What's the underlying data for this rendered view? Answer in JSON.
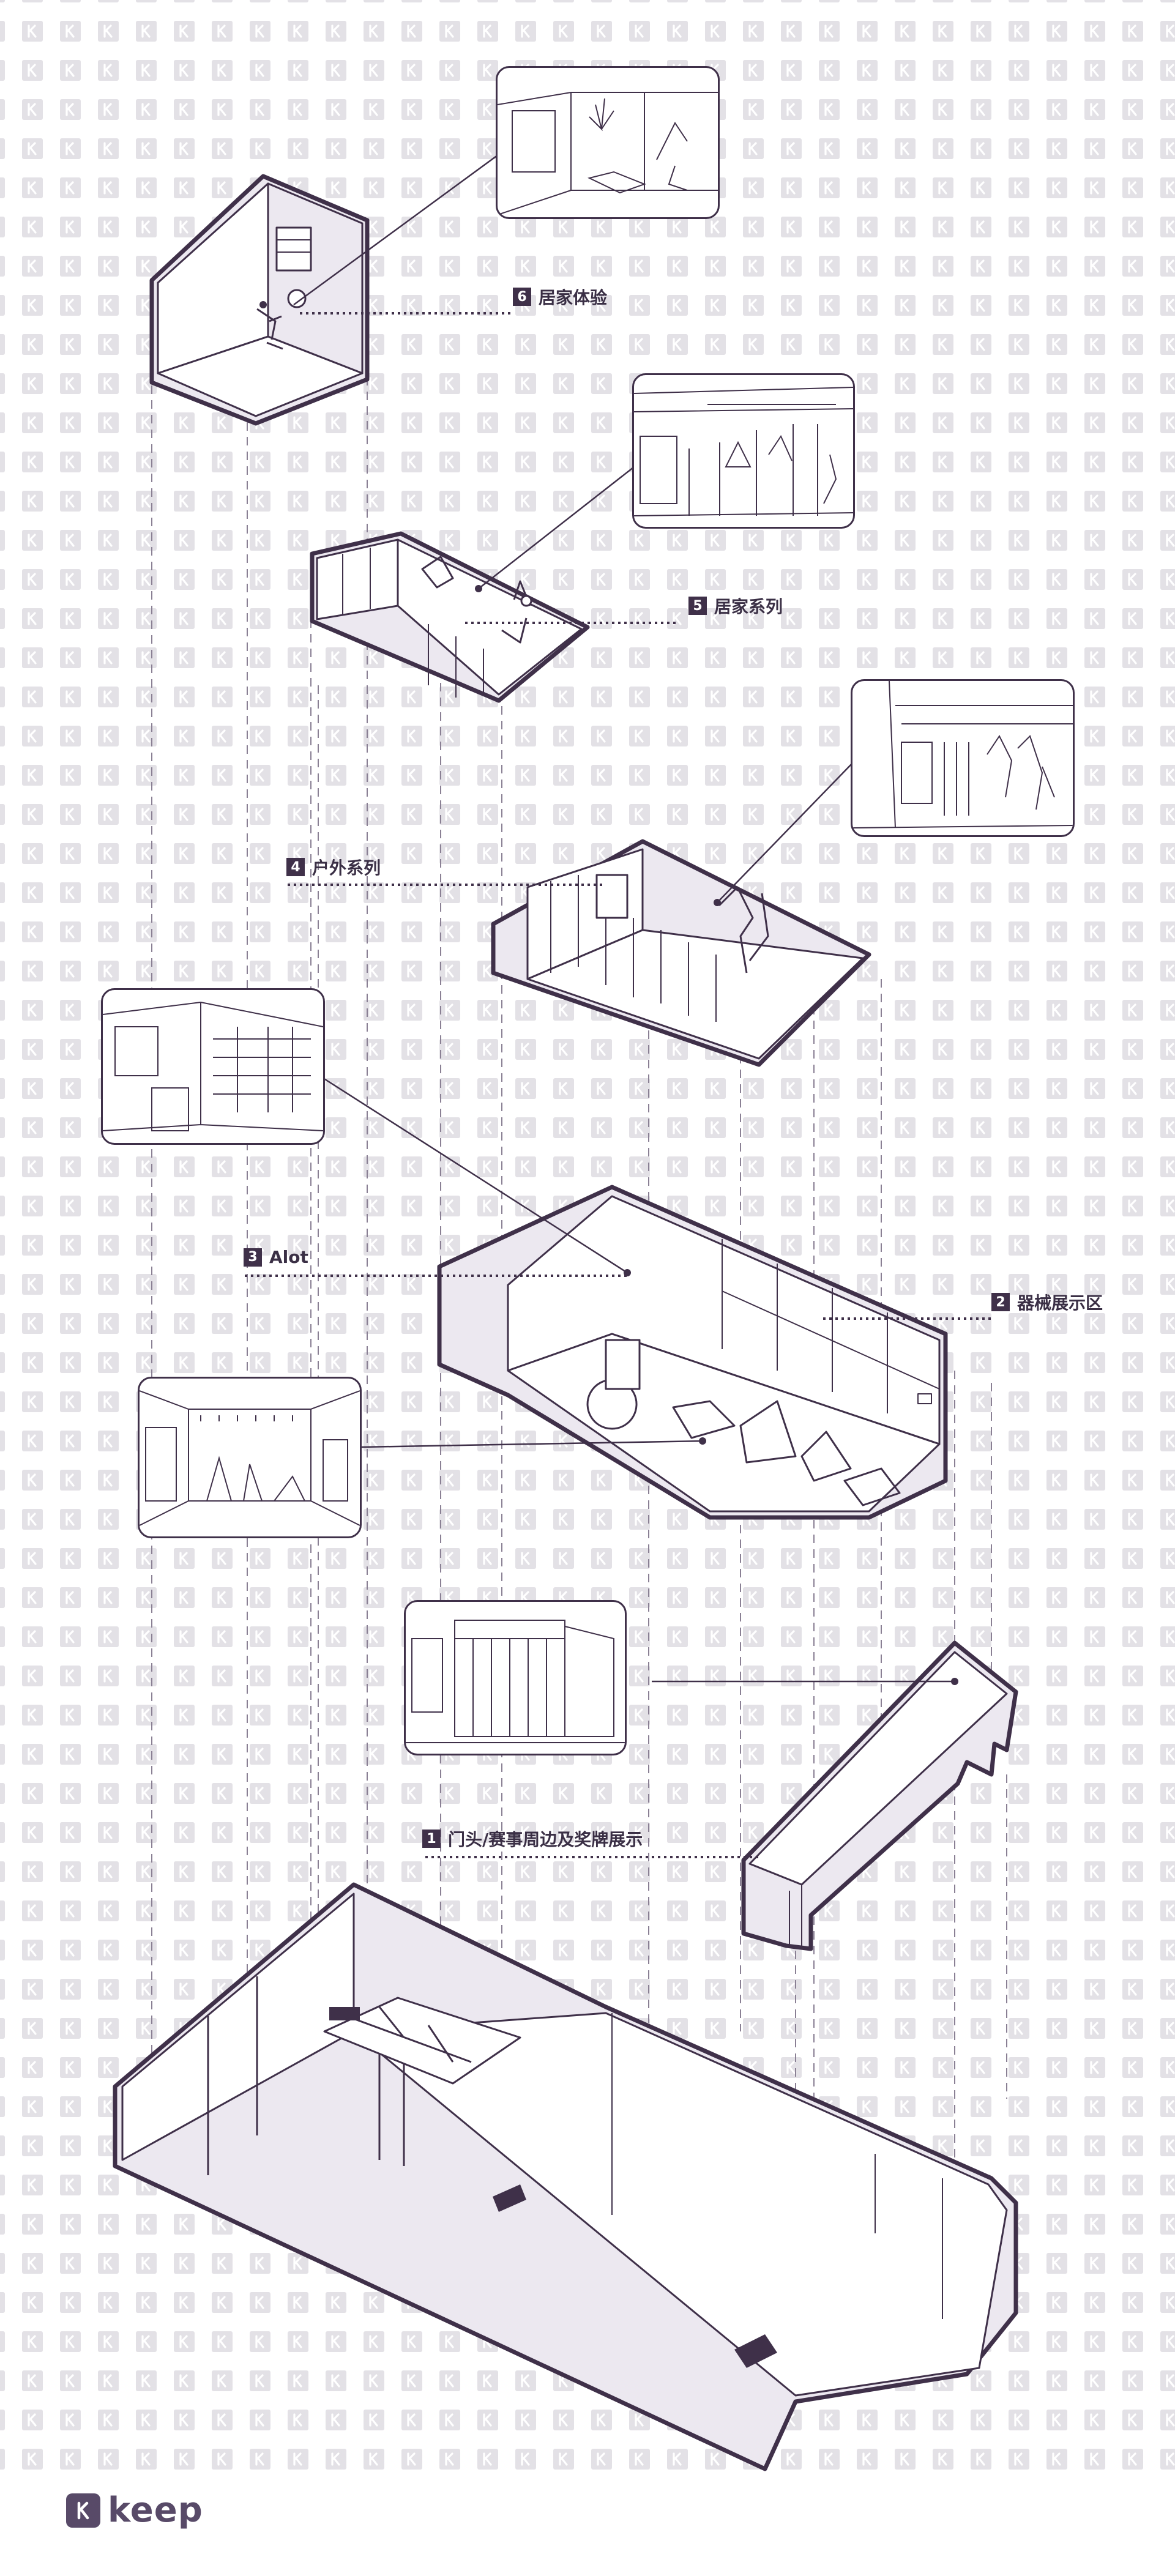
{
  "brand": {
    "name": "keep",
    "logo_glyph": "K"
  },
  "colors": {
    "outline": "#3f3049",
    "fill": "#ece8f0",
    "pattern": "#e3e1e6",
    "accent": "#584a68"
  },
  "zones": [
    {
      "num": "1",
      "label": "门头/赛事周边及奖牌展示"
    },
    {
      "num": "2",
      "label": "器械展示区"
    },
    {
      "num": "3",
      "label": "Alot"
    },
    {
      "num": "4",
      "label": "户外系列"
    },
    {
      "num": "5",
      "label": "居家系列"
    },
    {
      "num": "6",
      "label": "居家体验"
    }
  ],
  "photos": [
    {
      "id": "home-experience-photo",
      "icon": "room-photo"
    },
    {
      "id": "home-series-photo",
      "icon": "store-photo"
    },
    {
      "id": "outdoor-series-photo",
      "icon": "store-photo"
    },
    {
      "id": "alot-photo",
      "icon": "shelf-photo"
    },
    {
      "id": "equipment-photo",
      "icon": "gym-photo"
    },
    {
      "id": "entrance-photo",
      "icon": "storefront-photo"
    }
  ]
}
